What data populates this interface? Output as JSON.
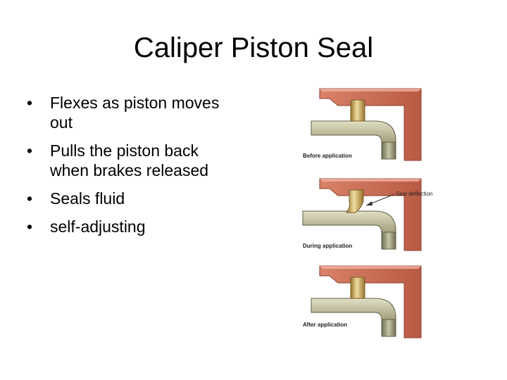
{
  "slide": {
    "title": "Caliper Piston Seal",
    "bullets": [
      "Flexes as piston moves out",
      "Pulls the piston back when brakes released",
      "Seals fluid",
      "self-adjusting"
    ]
  },
  "diagram": {
    "panels": [
      {
        "caption": "Before application",
        "state": "rest"
      },
      {
        "caption": "During application",
        "state": "deflected",
        "callout": "Seal deflection"
      },
      {
        "caption": "After application",
        "state": "rest"
      }
    ],
    "colors": {
      "caliper": "#c9664e",
      "caliper_dark": "#9c4634",
      "piston": "#8c8a6a",
      "piston_light": "#d8d6b8",
      "seal": "#b38a3e",
      "seal_light": "#e8cf8f"
    }
  }
}
